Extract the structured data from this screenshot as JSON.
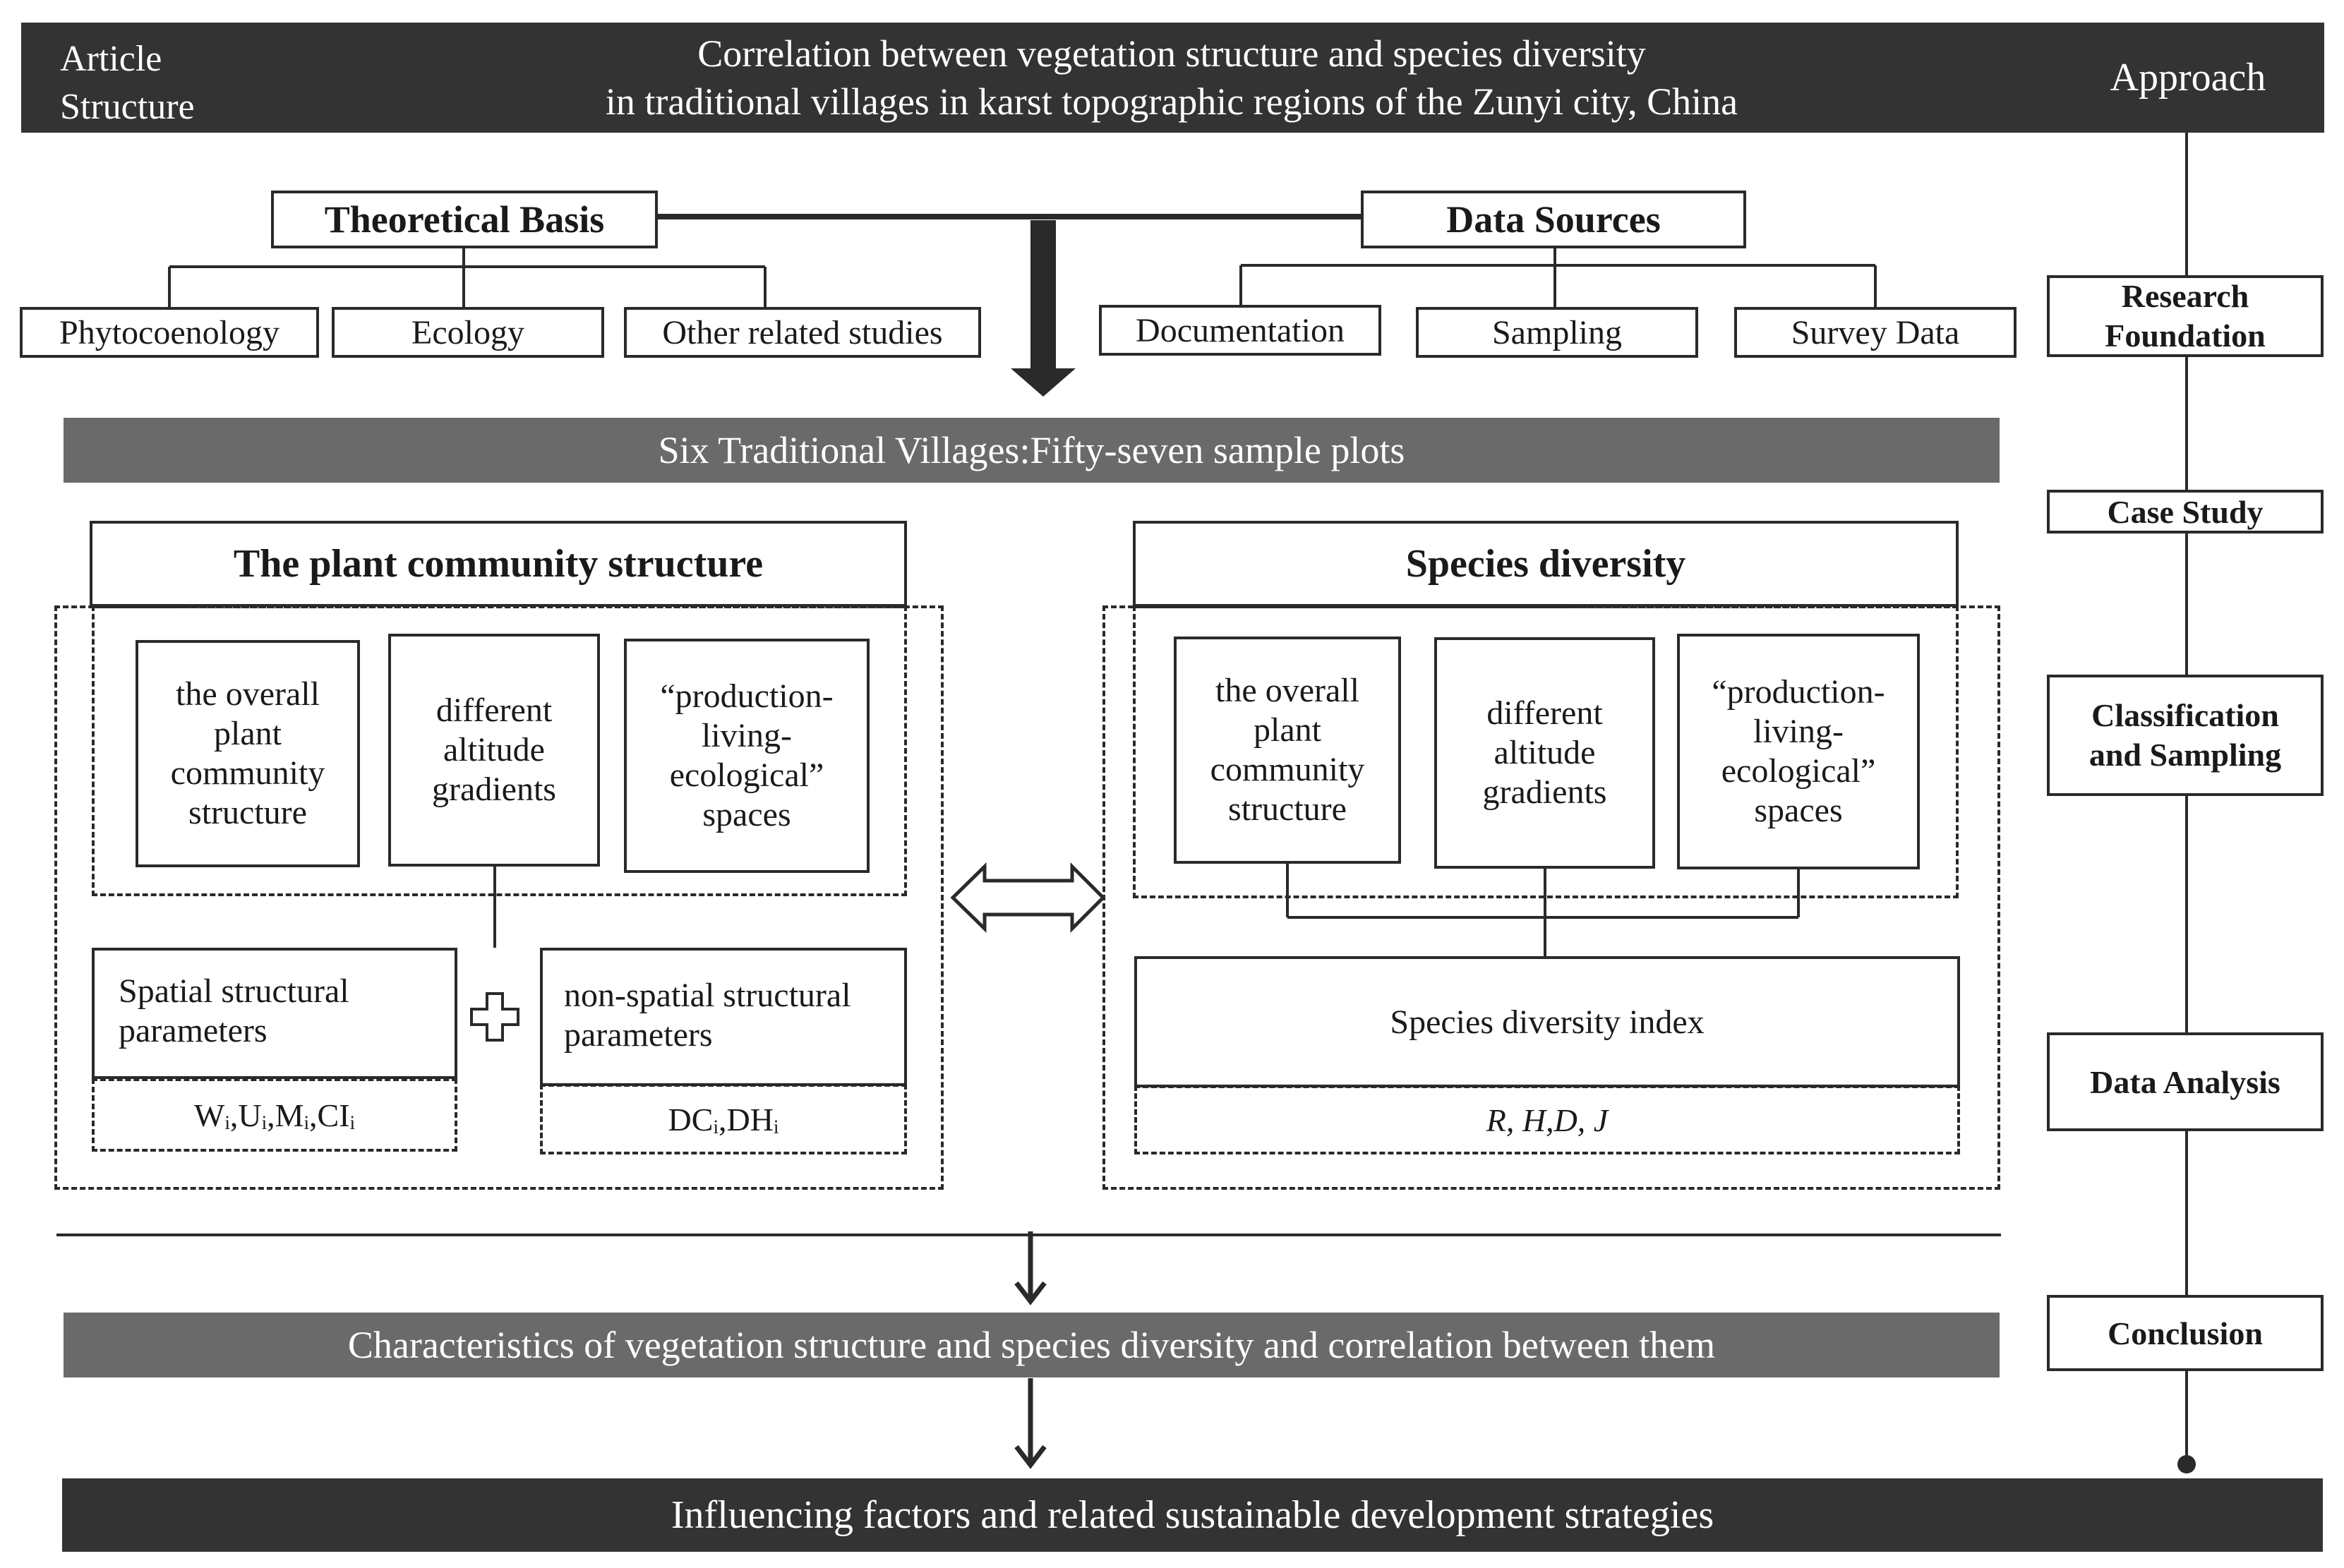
{
  "header": {
    "left": [
      "Article",
      "Structure"
    ],
    "title_line1": "Correlation between vegetation structure and species diversity",
    "title_line2": "in traditional villages in karst topographic regions of the Zunyi city, China",
    "right": "Approach"
  },
  "foundation": {
    "theoretical": {
      "title": "Theoretical Basis",
      "items": [
        "Phytocoenology",
        "Ecology",
        "Other related studies"
      ]
    },
    "data_sources": {
      "title": "Data Sources",
      "items": [
        "Documentation",
        "Sampling",
        "Survey Data"
      ]
    }
  },
  "case_bar": "Six Traditional Villages:Fifty-seven sample plots",
  "left_panel": {
    "title": "The  plant community structure",
    "cards": [
      [
        "the overall",
        "plant",
        "community",
        "structure"
      ],
      [
        "different",
        "altitude",
        "gradients"
      ],
      [
        "“production-",
        "living-",
        "ecological”",
        "spaces"
      ]
    ],
    "spatial": {
      "label": [
        "Spatial structural",
        "parameters"
      ],
      "formula": "Wᵢ,Uᵢ,Mᵢ,CIᵢ"
    },
    "nonspatial": {
      "label": [
        "non-spatial structural",
        "parameters"
      ],
      "formula": "DCᵢ,DHᵢ"
    }
  },
  "right_panel": {
    "title": "Species diversity",
    "cards": [
      [
        "the overall",
        "plant",
        "community",
        "structure"
      ],
      [
        "different",
        "altitude",
        "gradients"
      ],
      [
        "“production-",
        "living-",
        "ecological”",
        "spaces"
      ]
    ],
    "index_label": "Species diversity index",
    "index_formula": "R, H,D, J"
  },
  "conclusion_bar": "Characteristics of vegetation structure and species diversity and correlation between them",
  "final_bar": "Influencing factors and related sustainable development strategies",
  "approach_steps": [
    "Research Foundation",
    "Case Study",
    "Classification and Sampling",
    "Data Analysis",
    "Conclusion"
  ],
  "colors": {
    "dark": "#333333",
    "mid": "#6a6a6a",
    "line": "#2a2a2a"
  }
}
